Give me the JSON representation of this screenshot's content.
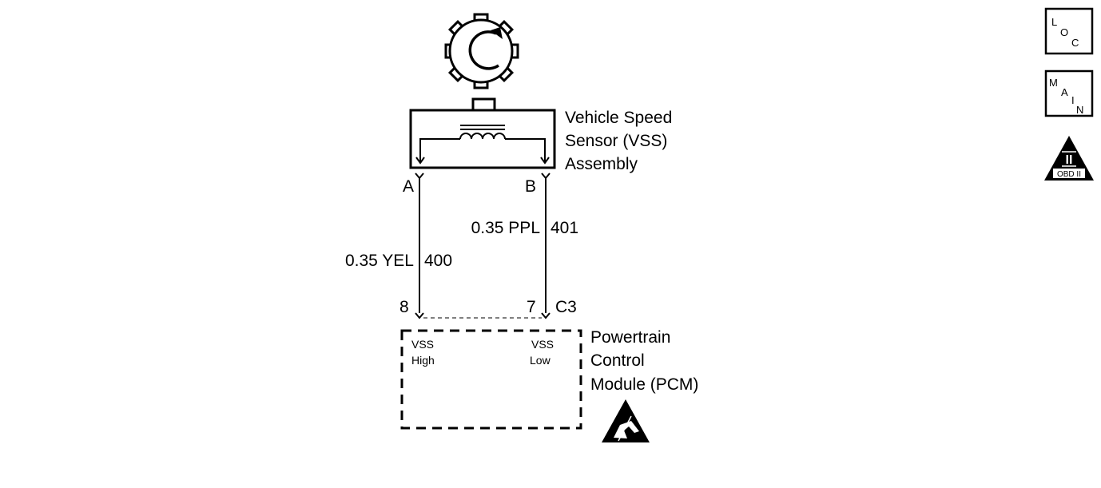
{
  "sensor": {
    "label_line1": "Vehicle Speed",
    "label_line2": "Sensor (VSS)",
    "label_line3": "Assembly",
    "terminal_a": "A",
    "terminal_b": "B"
  },
  "wires": {
    "a": {
      "gauge_color": "0.35 YEL",
      "circuit": "400"
    },
    "b": {
      "gauge_color": "0.35 PPL",
      "circuit": "401"
    }
  },
  "connector": {
    "pin_a": "8",
    "pin_b": "7",
    "name": "C3"
  },
  "pcm": {
    "label_line1": "Powertrain",
    "label_line2": "Control",
    "label_line3": "Module (PCM)",
    "input_high_line1": "VSS",
    "input_high_line2": "High",
    "input_low_line1": "VSS",
    "input_low_line2": "Low"
  },
  "nav": {
    "loc": {
      "l1": "L",
      "l2": "O",
      "l3": "C"
    },
    "main": {
      "l1": "M",
      "l2": "A",
      "l3": "I",
      "l4": "N"
    },
    "obd": {
      "numeral": "II",
      "caption": "OBD II"
    }
  },
  "icons": {
    "reluctor_wheel": "reluctor-wheel-icon",
    "esd_warning": "esd-warning-icon"
  }
}
